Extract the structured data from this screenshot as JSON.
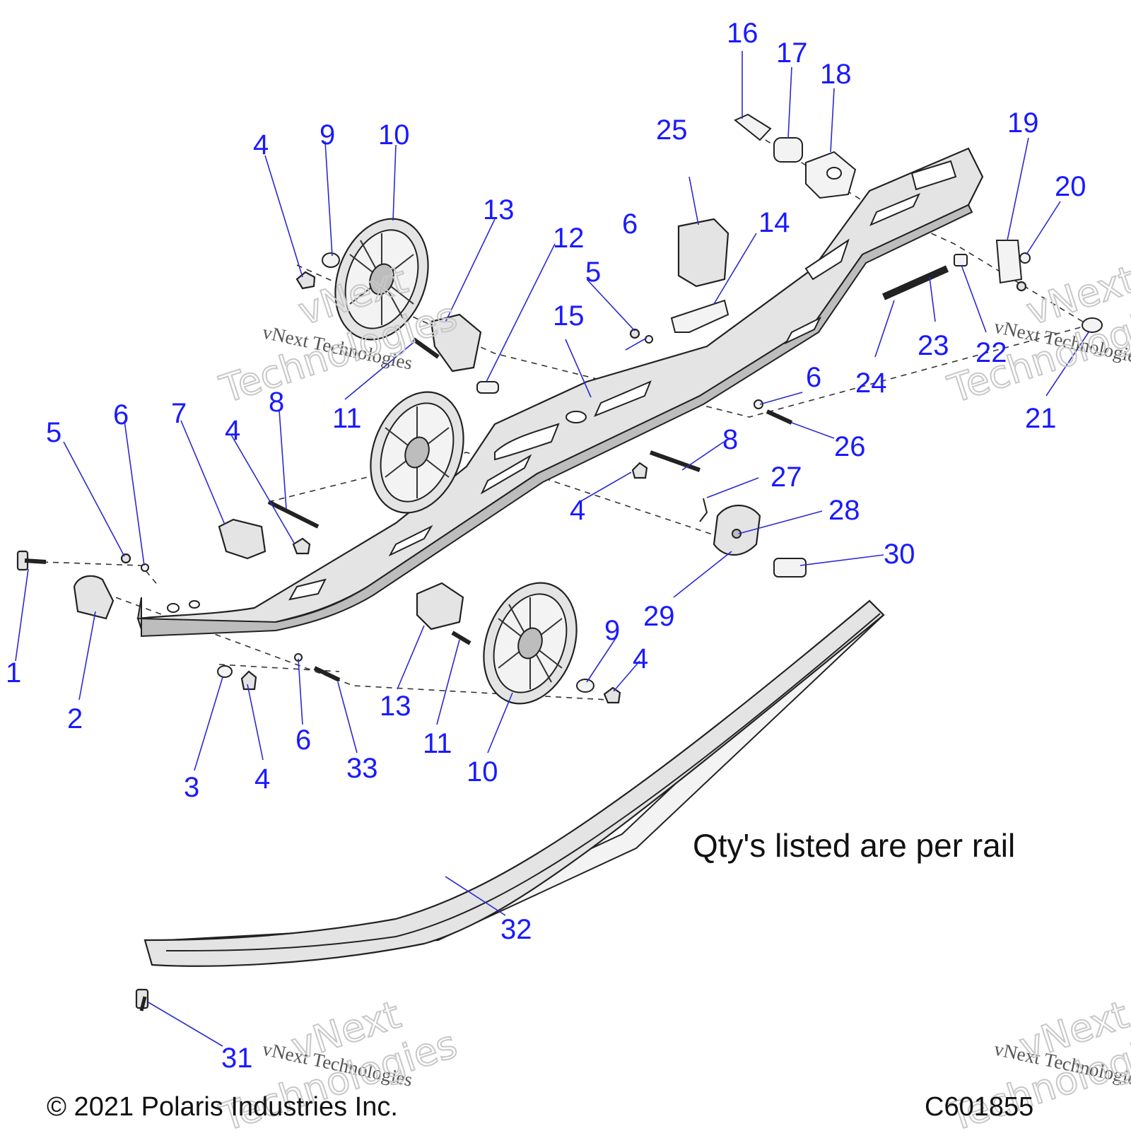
{
  "callouts": [
    "1",
    "2",
    "3",
    "4",
    "5",
    "6",
    "7",
    "8",
    "9",
    "10",
    "11",
    "12",
    "13",
    "14",
    "15",
    "16",
    "17",
    "18",
    "19",
    "20",
    "21",
    "22",
    "23",
    "24",
    "25",
    "26",
    "27",
    "28",
    "29",
    "30",
    "31",
    "32",
    "33"
  ],
  "note": "Qty's listed are per rail",
  "copyright": "© 2021 Polaris Industries Inc.",
  "drawing_number": "C601855",
  "watermark": {
    "small": "vNext Technologies",
    "big_a": "vNext",
    "big_b": "Technologies"
  }
}
